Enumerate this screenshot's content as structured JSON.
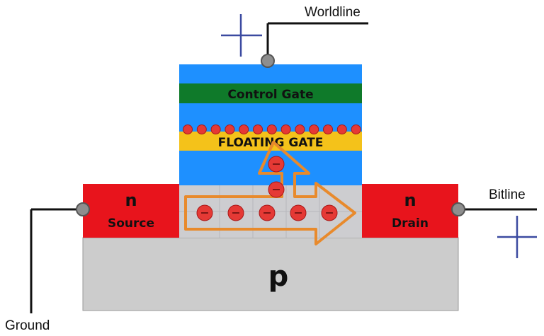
{
  "labels": {
    "worldline": "Worldline",
    "bitline": "Bitline",
    "ground": "Ground",
    "control_gate": "Control Gate",
    "floating_gate": "FLOATING GATE",
    "source_type": "n",
    "source": "Source",
    "drain_type": "n",
    "drain": "Drain",
    "substrate": "p"
  },
  "symbols": {
    "worldline_sign": "+",
    "bitline_sign": "+",
    "electron_sign": "−"
  },
  "colors": {
    "oxide_blue": "#1e90ff",
    "control_gate_green": "#0f7a2a",
    "floating_gate_yellow": "#f4c21a",
    "n_region_red": "#e8141c",
    "substrate_gray": "#cccccc",
    "electron_red": "#e53935",
    "arrow_orange": "#e88a2c",
    "plus_blue": "#3b4aa0"
  },
  "electrons": {
    "channel_count": 5,
    "path_count": 2,
    "trapped_count": 13
  }
}
